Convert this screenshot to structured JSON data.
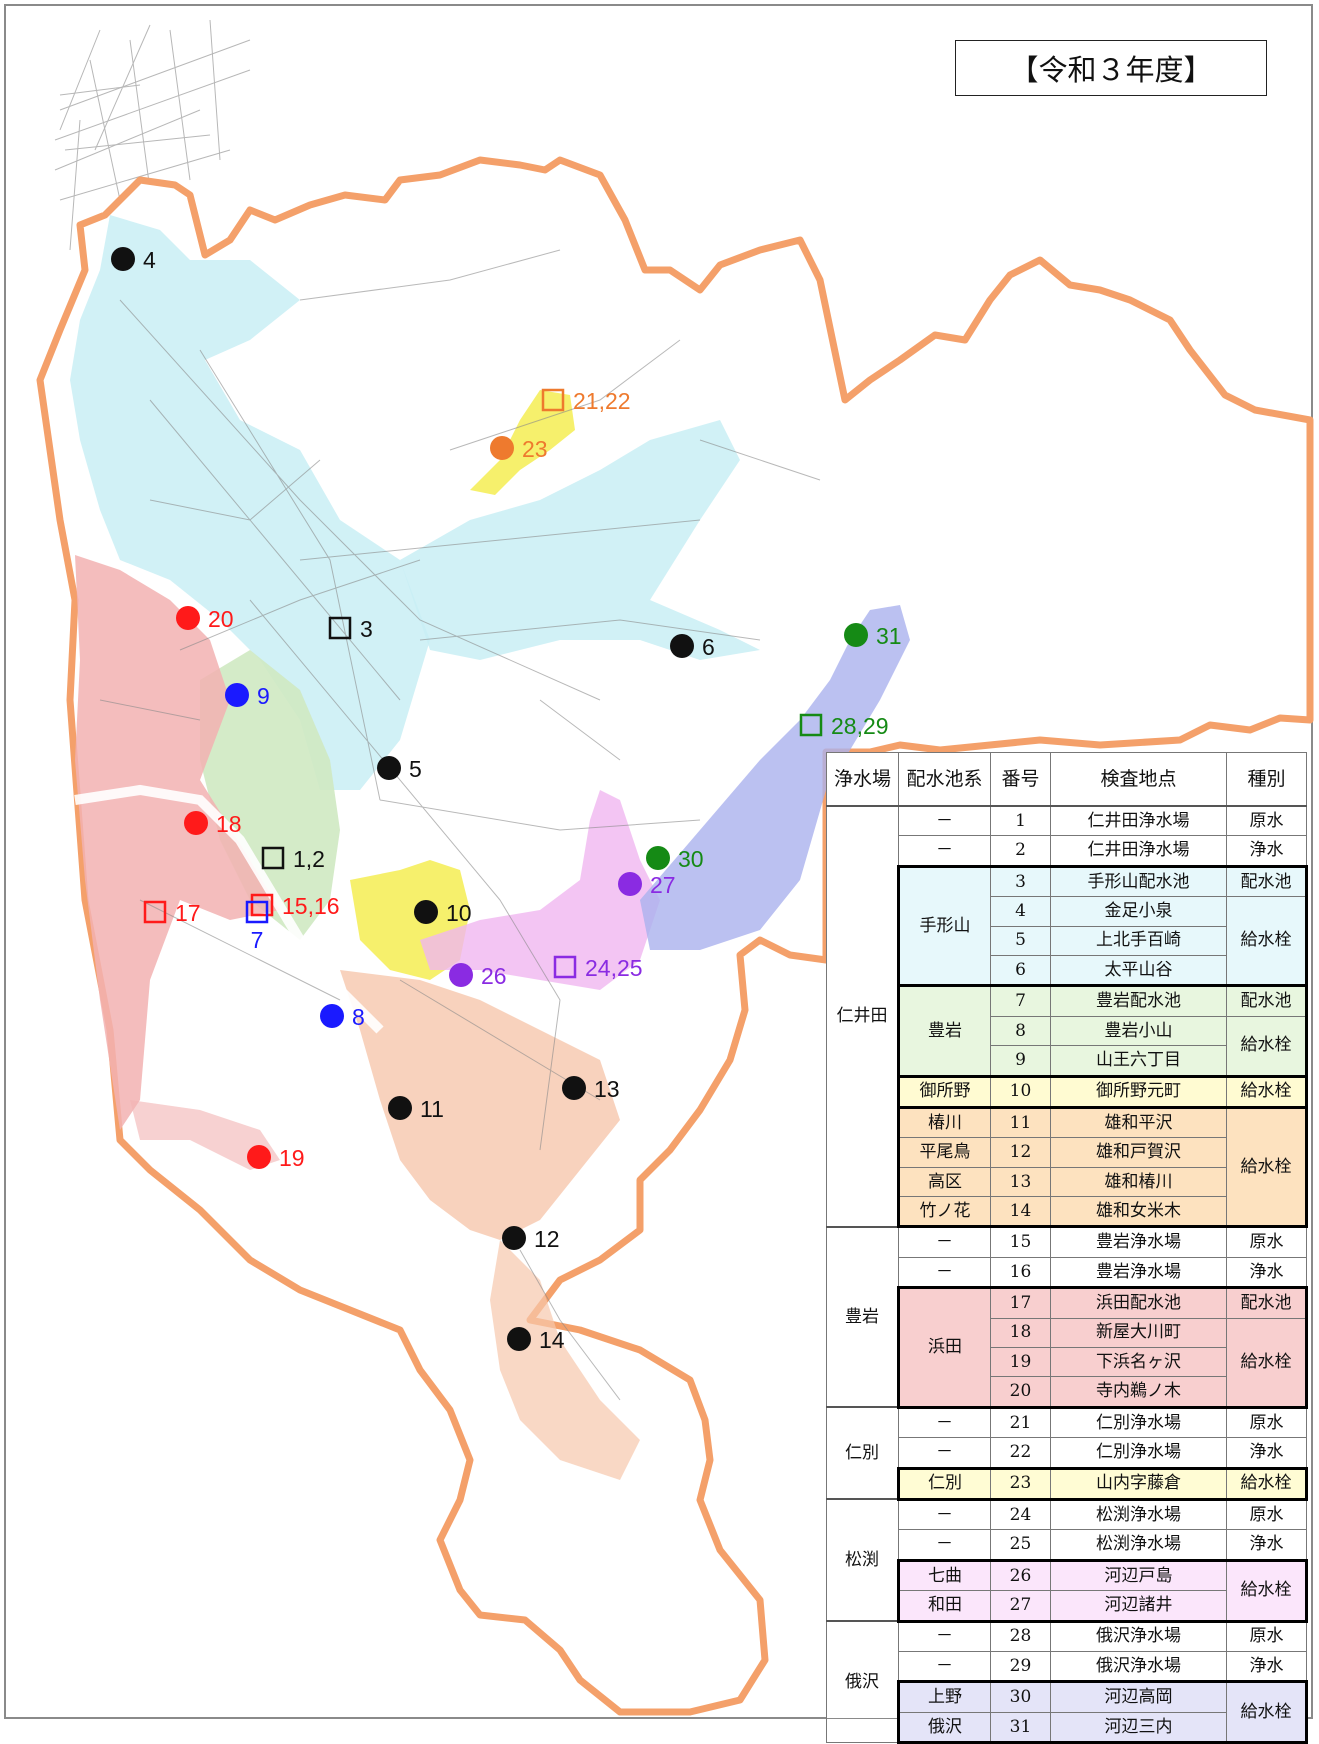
{
  "title": "【令和３年度】",
  "colors": {
    "red": "#ff1a1a",
    "blue": "#1a1aff",
    "black": "#111111",
    "orange": "#ee7a2e",
    "green": "#158a15",
    "purple": "#8a2be2",
    "boundary": "#f4a06a"
  },
  "markers": [
    {
      "label": "4",
      "shape": "circle",
      "color": "black",
      "id": "m4"
    },
    {
      "label": "21,22",
      "shape": "square",
      "color": "orange",
      "id": "m21"
    },
    {
      "label": "23",
      "shape": "circle",
      "color": "orange",
      "id": "m23"
    },
    {
      "label": "20",
      "shape": "circle",
      "color": "red",
      "id": "m20"
    },
    {
      "label": "3",
      "shape": "square",
      "color": "black",
      "id": "m3"
    },
    {
      "label": "6",
      "shape": "circle",
      "color": "black",
      "id": "m6"
    },
    {
      "label": "31",
      "shape": "circle",
      "color": "green",
      "id": "m31"
    },
    {
      "label": "9",
      "shape": "circle",
      "color": "blue",
      "id": "m9"
    },
    {
      "label": "28,29",
      "shape": "square",
      "color": "green",
      "id": "m28"
    },
    {
      "label": "5",
      "shape": "circle",
      "color": "black",
      "id": "m5"
    },
    {
      "label": "18",
      "shape": "circle",
      "color": "red",
      "id": "m18"
    },
    {
      "label": "1,2",
      "shape": "square",
      "color": "black",
      "id": "m1"
    },
    {
      "label": "30",
      "shape": "circle",
      "color": "green",
      "id": "m30"
    },
    {
      "label": "27",
      "shape": "circle",
      "color": "purple",
      "id": "m27"
    },
    {
      "label": "17",
      "shape": "square",
      "color": "red",
      "id": "m17"
    },
    {
      "label": "15,16",
      "shape": "square",
      "color": "red",
      "id": "m15"
    },
    {
      "label": "7",
      "shape": "square",
      "color": "blue",
      "id": "m7"
    },
    {
      "label": "10",
      "shape": "circle",
      "color": "black",
      "id": "m10"
    },
    {
      "label": "26",
      "shape": "circle",
      "color": "purple",
      "id": "m26"
    },
    {
      "label": "24,25",
      "shape": "square",
      "color": "purple",
      "id": "m24"
    },
    {
      "label": "8",
      "shape": "circle",
      "color": "blue",
      "id": "m8"
    },
    {
      "label": "13",
      "shape": "circle",
      "color": "black",
      "id": "m13"
    },
    {
      "label": "11",
      "shape": "circle",
      "color": "black",
      "id": "m11"
    },
    {
      "label": "19",
      "shape": "circle",
      "color": "red",
      "id": "m19"
    },
    {
      "label": "12",
      "shape": "circle",
      "color": "black",
      "id": "m12"
    },
    {
      "label": "14",
      "shape": "circle",
      "color": "black",
      "id": "m14"
    }
  ],
  "legend": {
    "headers": [
      "浄水場",
      "配水池系",
      "番号",
      "検査地点",
      "種別"
    ],
    "plants": [
      "仁井田",
      "豊岩",
      "仁別",
      "松渕",
      "俄沢"
    ],
    "dash": "－",
    "rows": [
      {
        "no": "1",
        "site": "仁井田浄水場",
        "type": "原水"
      },
      {
        "no": "2",
        "site": "仁井田浄水場",
        "type": "浄水"
      },
      {
        "no": "3",
        "site": "手形山配水池",
        "type": "配水池"
      },
      {
        "no": "4",
        "site": "金足小泉"
      },
      {
        "no": "5",
        "site": "上北手百崎"
      },
      {
        "no": "6",
        "site": "太平山谷"
      },
      {
        "no": "7",
        "site": "豊岩配水池",
        "type": "配水池"
      },
      {
        "no": "8",
        "site": "豊岩小山"
      },
      {
        "no": "9",
        "site": "山王六丁目"
      },
      {
        "no": "10",
        "site": "御所野元町",
        "type": "給水栓"
      },
      {
        "no": "11",
        "site": "雄和平沢"
      },
      {
        "no": "12",
        "site": "雄和戸賀沢"
      },
      {
        "no": "13",
        "site": "雄和椿川"
      },
      {
        "no": "14",
        "site": "雄和女米木"
      },
      {
        "no": "15",
        "site": "豊岩浄水場",
        "type": "原水"
      },
      {
        "no": "16",
        "site": "豊岩浄水場",
        "type": "浄水"
      },
      {
        "no": "17",
        "site": "浜田配水池",
        "type": "配水池"
      },
      {
        "no": "18",
        "site": "新屋大川町"
      },
      {
        "no": "19",
        "site": "下浜名ヶ沢"
      },
      {
        "no": "20",
        "site": "寺内鵜ノ木"
      },
      {
        "no": "21",
        "site": "仁別浄水場",
        "type": "原水"
      },
      {
        "no": "22",
        "site": "仁別浄水場",
        "type": "浄水"
      },
      {
        "no": "23",
        "site": "山内字藤倉",
        "type": "給水栓"
      },
      {
        "no": "24",
        "site": "松渕浄水場",
        "type": "原水"
      },
      {
        "no": "25",
        "site": "松渕浄水場",
        "type": "浄水"
      },
      {
        "no": "26",
        "site": "河辺戸島"
      },
      {
        "no": "27",
        "site": "河辺諸井"
      },
      {
        "no": "28",
        "site": "俄沢浄水場",
        "type": "原水"
      },
      {
        "no": "29",
        "site": "俄沢浄水場",
        "type": "浄水"
      },
      {
        "no": "30",
        "site": "河辺高岡"
      },
      {
        "no": "31",
        "site": "河辺三内"
      }
    ],
    "systems": {
      "tegatayama": "手形山",
      "toyoiwa": "豊岩",
      "goshono": "御所野",
      "tsubakawa": "椿川",
      "hiraoshima": "平尾鳥",
      "takaku": "高区",
      "takenohana": "竹ノ花",
      "hamada": "浜田",
      "nibetsu": "仁別",
      "nanamagari": "七曲",
      "wada": "和田",
      "uwano": "上野",
      "gazawa": "俄沢"
    },
    "types": {
      "kyusui": "給水栓"
    }
  }
}
